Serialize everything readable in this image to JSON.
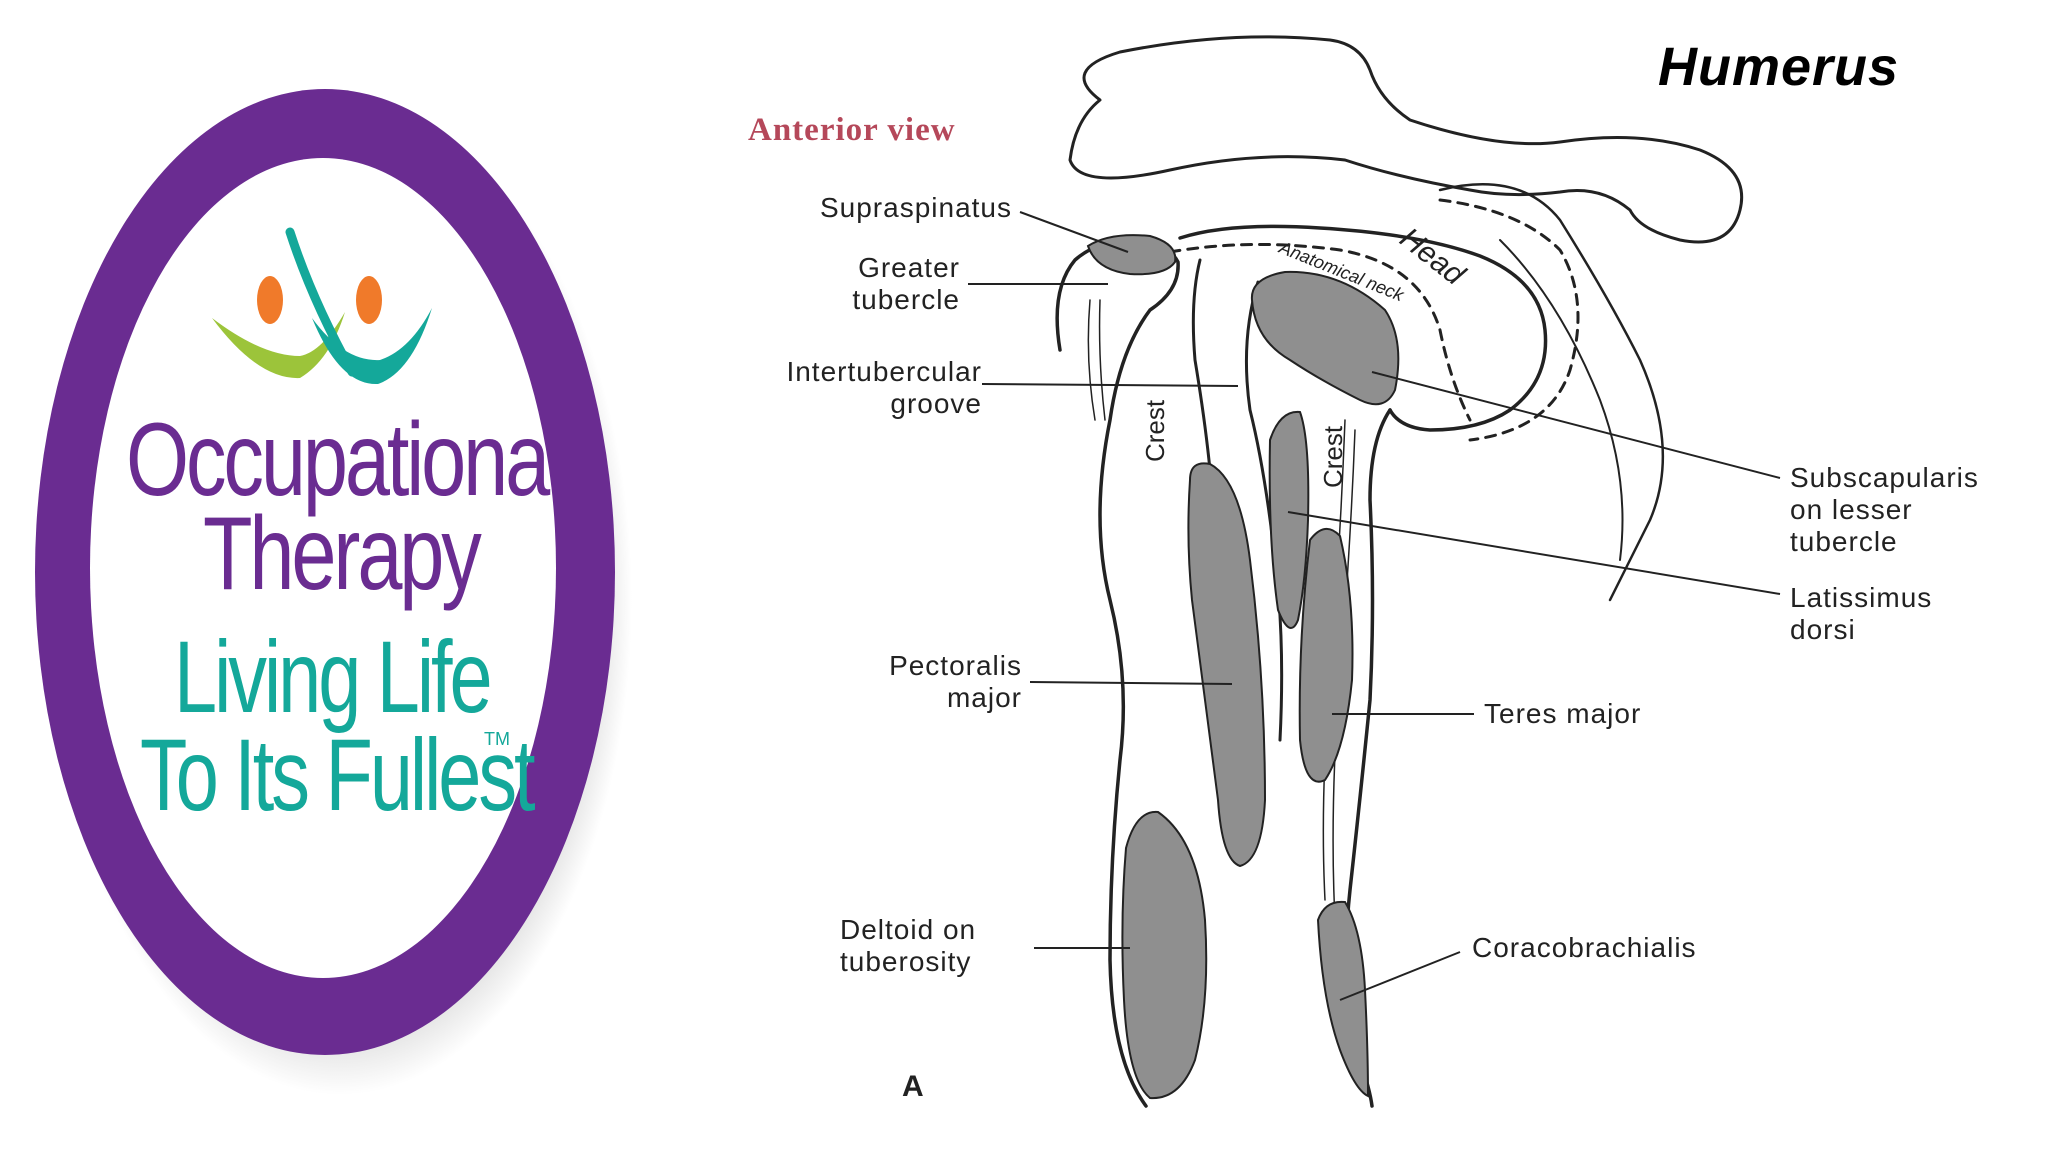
{
  "title": "Humerus",
  "logo": {
    "line1": "Occupational",
    "line2": "Therapy",
    "line3": "Living Life",
    "line4": "To Its Fullest",
    "trademark": "TM",
    "colors": {
      "ring": "#6a2c91",
      "text_primary": "#6a2c91",
      "text_secondary": "#14a89a",
      "figure_green": "#9cc43a",
      "figure_teal": "#14a89a",
      "figure_orange": "#f07a2a"
    }
  },
  "diagram": {
    "view_title": "Anterior view",
    "figure_letter": "A",
    "bone_labels": {
      "crest_left": "Crest",
      "crest_right": "Crest",
      "head": "Head",
      "neck": "Anatomical neck"
    },
    "labels": {
      "supraspinatus": "Supraspinatus",
      "greater_tubercle": "Greater\ntubercle",
      "intertubercular_groove": "Intertubercular\ngroove",
      "pectoralis_major": "Pectoralis\nmajor",
      "deltoid": "Deltoid on\ntuberosity",
      "subscapularis": "Subscapularis\non lesser\ntubercle",
      "latissimus": "Latissimus\ndorsi",
      "teres_major": "Teres major",
      "coracobrachialis": "Coracobrachialis"
    },
    "colors": {
      "muscle_fill": "#8f8f8f",
      "outline": "#222222",
      "view_title": "#b5485a"
    }
  }
}
